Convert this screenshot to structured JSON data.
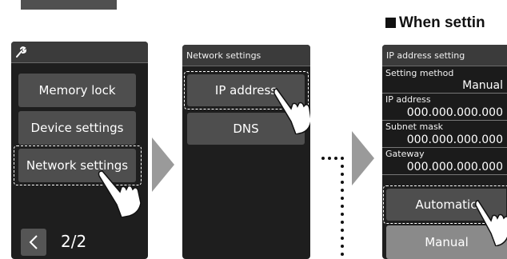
{
  "heading": "When settin",
  "screen1": {
    "menu": [
      "Memory lock",
      "Device settings",
      "Network settings"
    ],
    "page_indicator": "2/2"
  },
  "screen2": {
    "title": "Network settings",
    "options": [
      "IP address",
      "DNS"
    ]
  },
  "screen3": {
    "title": "IP address setting",
    "method_label": "Setting method",
    "method_value": "Manual",
    "ip_label": "IP address",
    "ip_value": "000.000.000.000",
    "subnet_label": "Subnet mask",
    "subnet_value": "000.000.000.000",
    "gateway_label": "Gateway",
    "gateway_value": "000.000.000.000",
    "auto_button": "Automatic",
    "manual_button": "Manual"
  }
}
